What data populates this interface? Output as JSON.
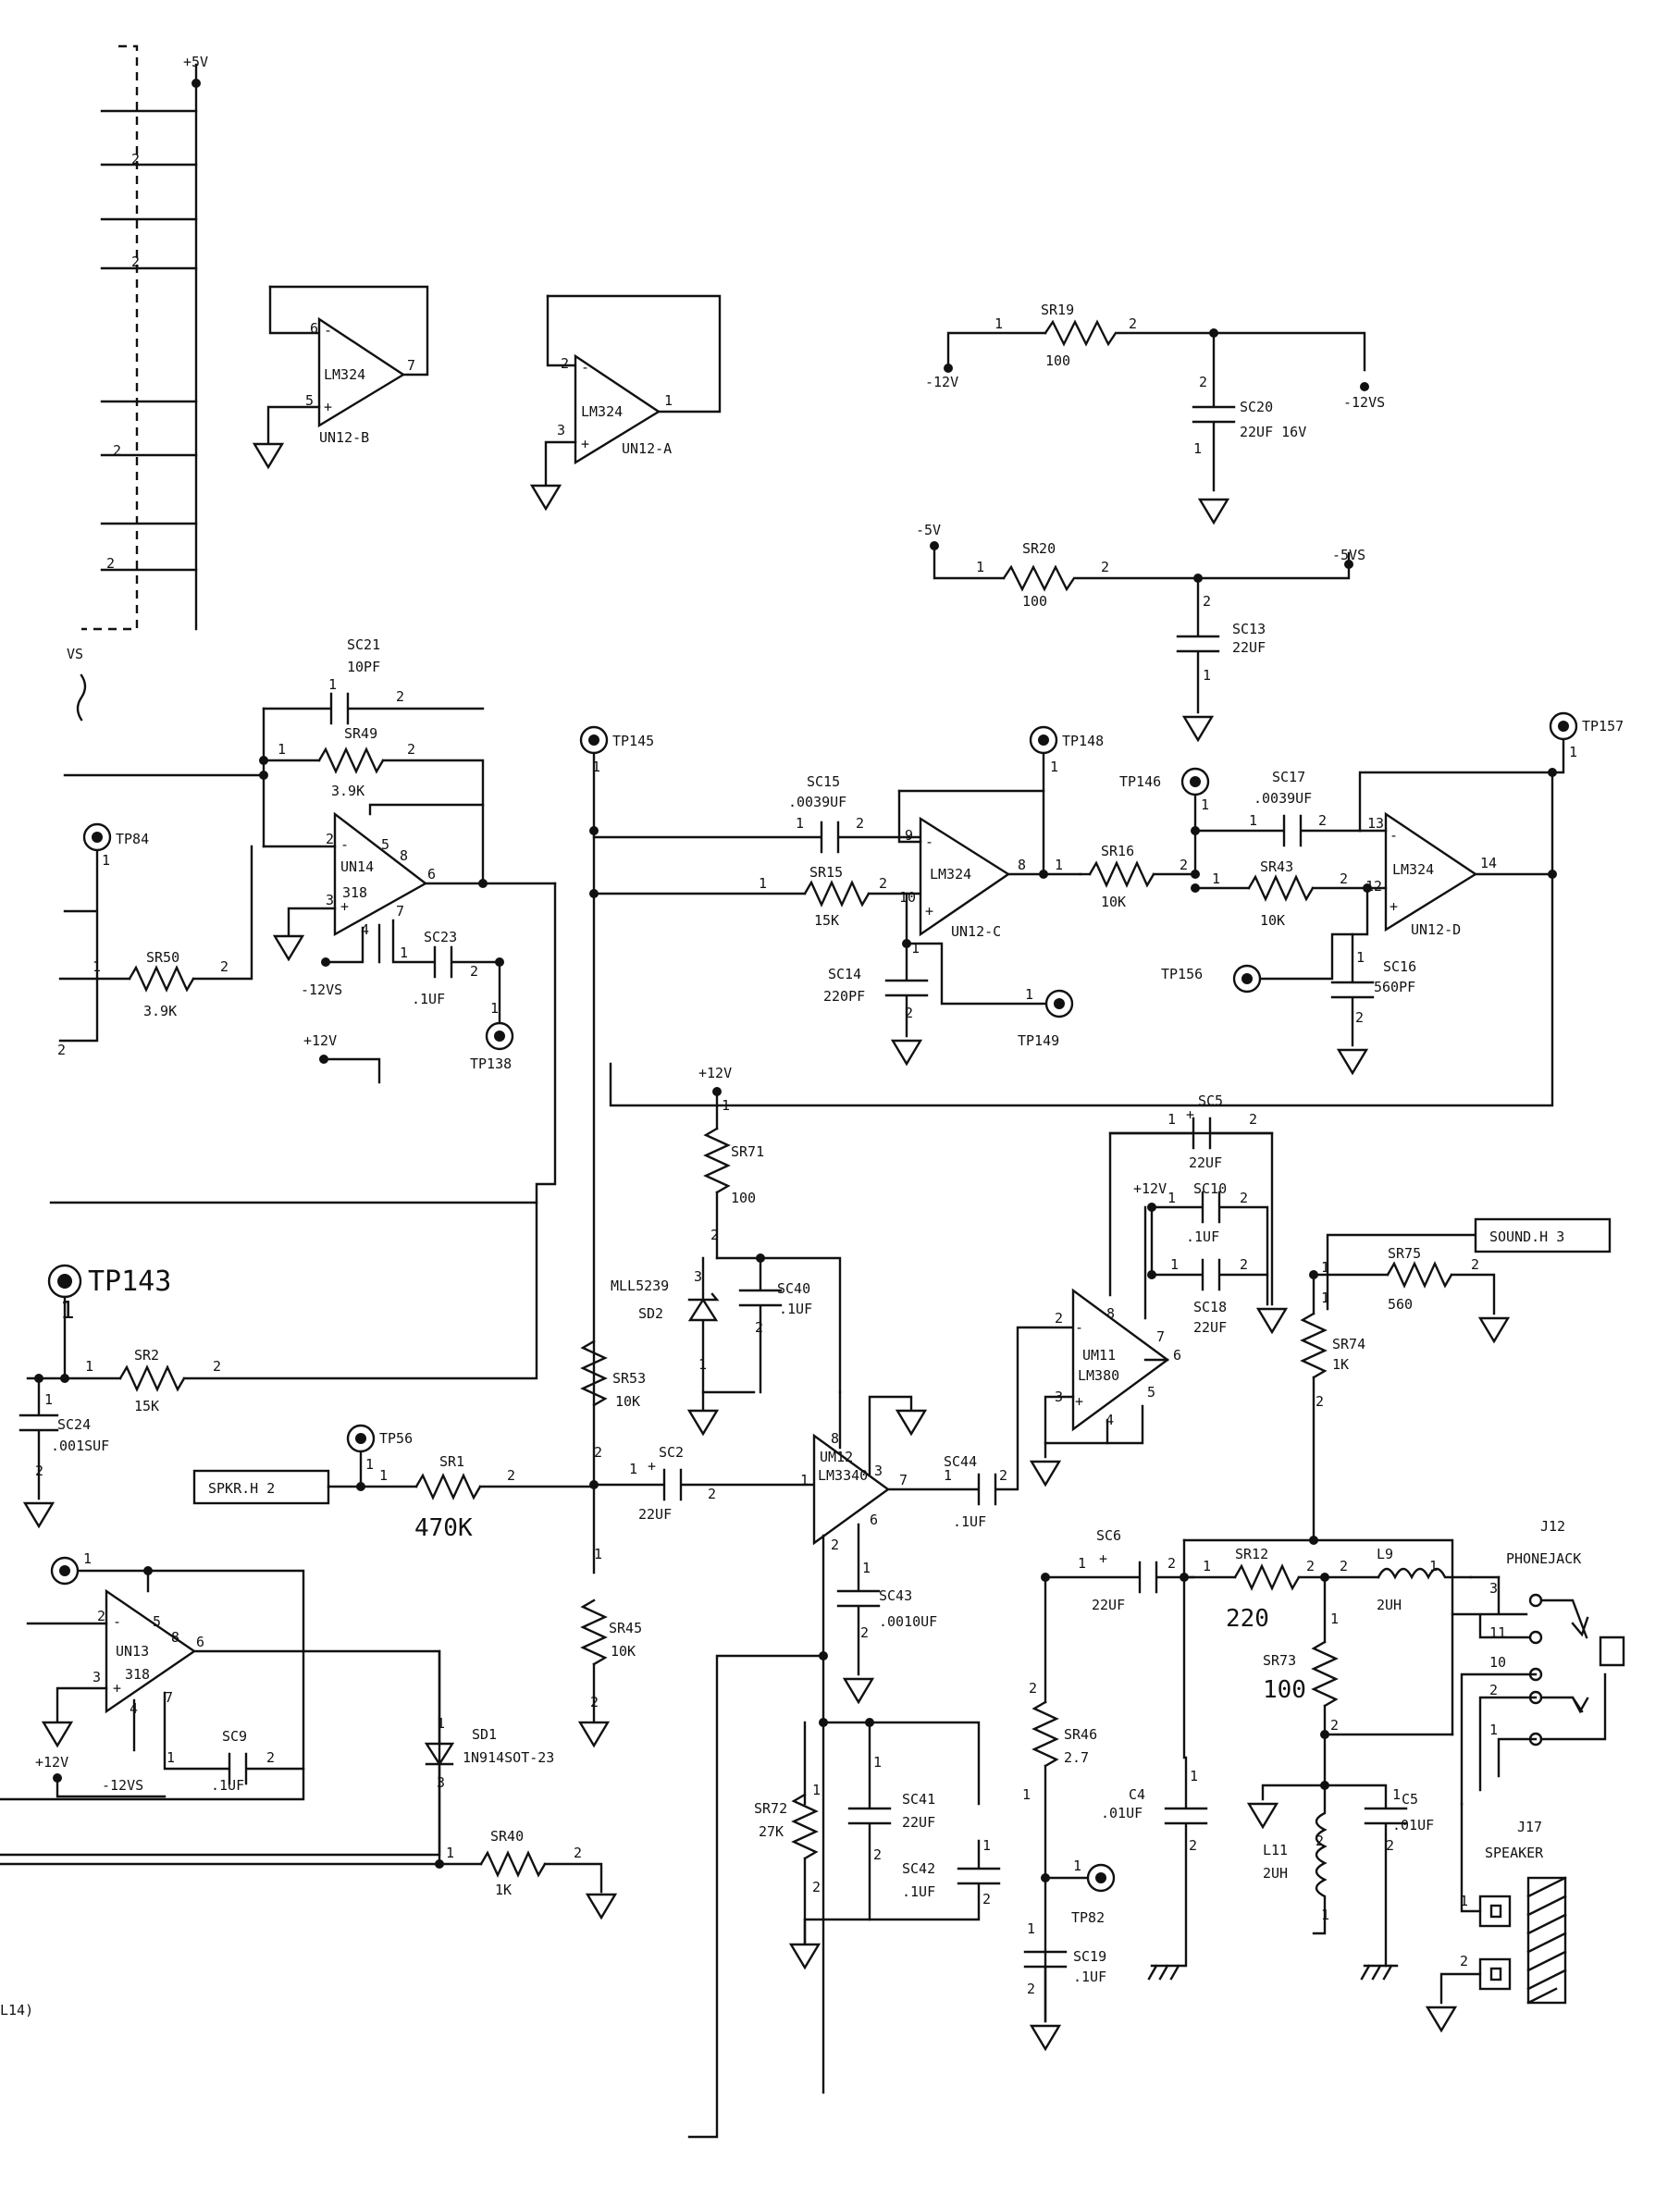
{
  "rails": {
    "plus5v": "+5V",
    "plus12v": "+12V",
    "minus12v": "-12V",
    "minus12vs": "-12VS",
    "minus5v": "-5V",
    "minus5vs": "-5VS"
  },
  "pin_numbers": {
    "p1": "1",
    "p2": "2",
    "p3": "3",
    "p4": "4",
    "p5": "5",
    "p6": "6",
    "p7": "7",
    "p8": "8",
    "p9": "9",
    "p10": "10",
    "p11": "11",
    "p12": "12",
    "p13": "13",
    "p14": "14",
    "plus": "+",
    "minus": "-"
  },
  "opamps": {
    "un12b": {
      "part": "LM324",
      "ref": "UN12-B"
    },
    "un12a": {
      "part": "LM324",
      "ref": "UN12-A"
    },
    "un12c": {
      "part": "LM324",
      "ref": "UN12-C"
    },
    "un12d": {
      "part": "LM324",
      "ref": "UN12-D"
    },
    "un14": {
      "ref": "UN14",
      "part": "318"
    },
    "un13": {
      "ref": "UN13",
      "part": "318"
    },
    "un12": {
      "ref": "UM12",
      "part": "LM3340"
    },
    "un11": {
      "ref": "UM11",
      "part": "LM380"
    }
  },
  "resistors": {
    "sr19": {
      "ref": "SR19",
      "value": "100"
    },
    "sr20": {
      "ref": "SR20",
      "value": "100"
    },
    "sr49": {
      "ref": "SR49",
      "value": "3.9K"
    },
    "sr50": {
      "ref": "SR50",
      "value": "3.9K"
    },
    "sr15": {
      "ref": "SR15",
      "value": "15K"
    },
    "sr16": {
      "ref": "SR16",
      "value": "10K"
    },
    "sr43": {
      "ref": "SR43",
      "value": "10K"
    },
    "sr71": {
      "ref": "SR71",
      "value": "100"
    },
    "sr53": {
      "ref": "SR53",
      "value": "10K"
    },
    "sr2": {
      "ref": "SR2",
      "value": "15K"
    },
    "sr1": {
      "ref": "SR1",
      "value": "470K"
    },
    "sr45": {
      "ref": "SR45",
      "value": "10K"
    },
    "sr40": {
      "ref": "SR40",
      "value": "1K"
    },
    "sr72": {
      "ref": "SR72",
      "value": "27K"
    },
    "sr74": {
      "ref": "SR74",
      "value": "1K"
    },
    "sr75": {
      "ref": "SR75",
      "value": "560"
    },
    "sr12": {
      "ref": "SR12",
      "value": "220"
    },
    "sr73": {
      "ref": "SR73",
      "value": "100"
    },
    "sr46": {
      "ref": "SR46",
      "value": "2.7"
    }
  },
  "capacitors": {
    "sc20": {
      "ref": "SC20",
      "value": "22UF 16V"
    },
    "sc13": {
      "ref": "SC13",
      "value": "22UF"
    },
    "sc21": {
      "ref": "SC21",
      "value": "10PF"
    },
    "sc23": {
      "ref": "SC23",
      "value": ".1UF"
    },
    "sc15": {
      "ref": "SC15",
      "value": ".0039UF"
    },
    "sc14": {
      "ref": "SC14",
      "value": "220PF"
    },
    "sc17": {
      "ref": "SC17",
      "value": ".0039UF"
    },
    "sc16": {
      "ref": "SC16",
      "value": "560PF"
    },
    "sc40": {
      "ref": "SC40",
      "value": ".1UF"
    },
    "sc24": {
      "ref": "SC24",
      "value": ".001SUF"
    },
    "sc2": {
      "ref": "SC2",
      "value": "22UF"
    },
    "sc44": {
      "ref": "SC44",
      "value": ".1UF"
    },
    "sc43": {
      "ref": "SC43",
      "value": ".0010UF"
    },
    "sc41": {
      "ref": "SC41",
      "value": "22UF"
    },
    "sc42": {
      "ref": "SC42",
      "value": ".1UF"
    },
    "sc5": {
      "ref": "SC5",
      "value": "22UF"
    },
    "sc10": {
      "ref": "SC10",
      "value": ".1UF"
    },
    "sc18": {
      "ref": "SC18",
      "value": "22UF"
    },
    "sc6": {
      "ref": "SC6",
      "value": "22UF"
    },
    "sc19": {
      "ref": "SC19",
      "value": ".1UF"
    },
    "sc9": {
      "ref": "SC9",
      "value": ".1UF"
    },
    "c4": {
      "ref": "C4",
      "value": ".01UF"
    },
    "c5": {
      "ref": "C5",
      "value": ".01UF"
    }
  },
  "inductors": {
    "l9": {
      "ref": "L9",
      "value": "2UH"
    },
    "l11": {
      "ref": "L11",
      "value": "2UH"
    }
  },
  "diodes": {
    "sd2": {
      "part": "MLL5239",
      "ref": "SD2"
    },
    "sd1": {
      "ref": "SD1",
      "part": "1N914SOT-23"
    }
  },
  "test_points": {
    "tp84": "TP84",
    "tp145": "TP145",
    "tp148": "TP148",
    "tp146": "TP146",
    "tp157": "TP157",
    "tp138": "TP138",
    "tp149": "TP149",
    "tp156": "TP156",
    "tp143": "TP143",
    "tp56": "TP56",
    "tp82": "TP82"
  },
  "connectors": {
    "spkr": "SPKR.H 2",
    "sound": "SOUND.H 3",
    "j12_ref": "J12",
    "j12_name": "PHONEJACK",
    "j17_ref": "J17",
    "j17_name": "SPEAKER"
  },
  "fragments": {
    "left_label": "L14)",
    "left_top": "VS"
  }
}
